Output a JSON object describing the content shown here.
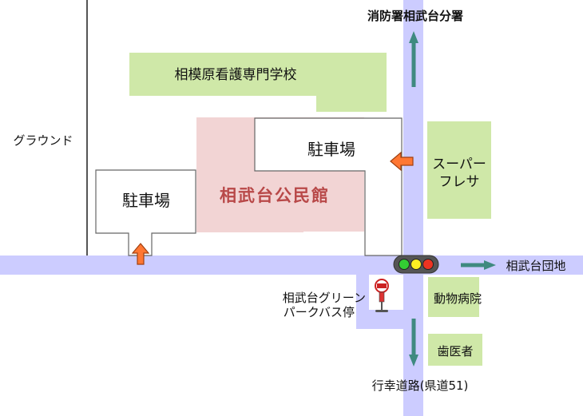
{
  "map": {
    "labels": {
      "fire_station": "消防署相武台分署",
      "nursing_school": "相模原看護専門学校",
      "ground": "グラウンド",
      "parking_1": "駐車場",
      "parking_2": "駐車場",
      "community_center": "相武台公民館",
      "supermarket_line1": "スーパー",
      "supermarket_line2": "フレサ",
      "danchi": "相武台団地",
      "bus_stop_line1": "相武台グリーン",
      "bus_stop_line2": "パークバス停",
      "animal_hospital": "動物病院",
      "dentist": "歯医者",
      "road_name": "行幸道路(県道51)"
    },
    "colors": {
      "road": "#ccccff",
      "green_block": "#cfe8a8",
      "community_center_block": "#f2d4d4",
      "community_center_text": "#b84848",
      "entrance_arrow": "#ff7733",
      "direction_arrow": "#3f8a80"
    },
    "icons": [
      "traffic-light-icon",
      "bus-stop-icon",
      "entrance-arrow-icon",
      "direction-arrow-icon"
    ]
  }
}
